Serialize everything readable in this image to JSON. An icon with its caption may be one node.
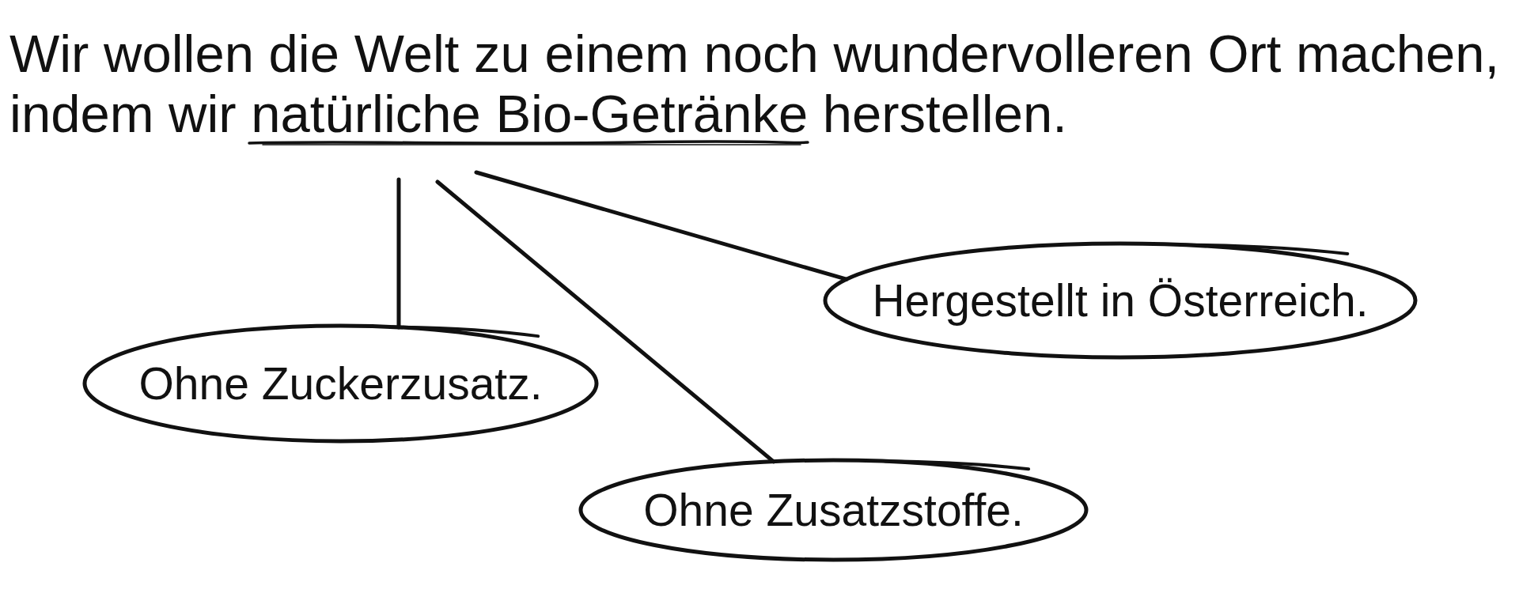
{
  "diagram": {
    "nodes": [
      {
        "text": [
          "Wir wollen die Welt zu einem noch wundervolleren Ort machen, indem wir natürliche Bio-Getränke herstellen."
        ]
      },
      {
        "text": [
          "Hergestellt in Österreich."
        ]
      },
      {
        "text": [
          "Ohne Zuckerzusatz."
        ]
      },
      {
        "text": [
          "Ohne Zusatzstoffe."
        ]
      }
    ],
    "edges": [
      {
        "from": 0,
        "to": 1,
        "arrow": "none"
      },
      {
        "from": 0,
        "to": 2,
        "arrow": "none"
      },
      {
        "from": 0,
        "to": 3,
        "arrow": "none"
      }
    ]
  }
}
